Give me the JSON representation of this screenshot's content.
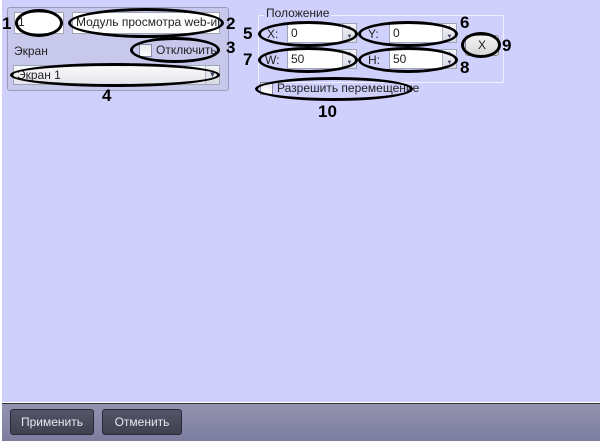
{
  "object": {
    "id": "1",
    "name": "Модуль просмотра web-инт",
    "screen_label": "Экран",
    "disable_label": "Отключить",
    "disable_checked": false,
    "screen_value": "Экран 1"
  },
  "position": {
    "title": "Положение",
    "x_label": "X:",
    "x": "0",
    "y_label": "Y:",
    "y": "0",
    "w_label": "W:",
    "w": "50",
    "h_label": "H:",
    "h": "50",
    "reset_label": "X",
    "allow_move_label": "Разрешить перемещение",
    "allow_move_checked": false
  },
  "callouts": [
    "1",
    "2",
    "3",
    "4",
    "5",
    "6",
    "7",
    "8",
    "9",
    "10"
  ],
  "footer": {
    "apply": "Применить",
    "cancel": "Отменить"
  }
}
